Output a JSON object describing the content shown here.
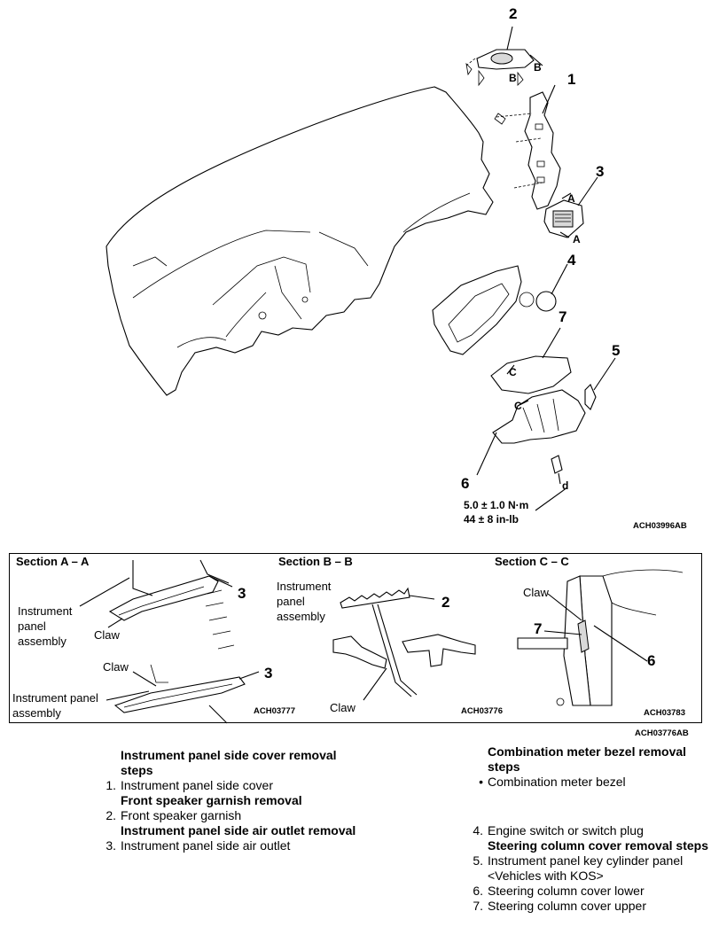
{
  "callouts": {
    "n1": "1",
    "n2": "2",
    "n3": "3",
    "n4": "4",
    "n5": "5",
    "n6": "6",
    "n7": "7",
    "a_top": "A",
    "a_bottom": "A",
    "b_right": "B",
    "b_left": "B",
    "c_top": "C",
    "c_bottom": "C",
    "d": "d"
  },
  "torque": {
    "metric": "5.0 ± 1.0 N·m",
    "imperial": "44 ± 8 in-lb"
  },
  "main_ref": "ACH03996AB",
  "sections": {
    "aa": {
      "title": "Section A – A",
      "label_ipa_1": "Instrument panel assembly",
      "label_claw_1": "Claw",
      "label_claw_2": "Claw",
      "label_ipa_2": "Instrument panel assembly",
      "n3a": "3",
      "n3b": "3",
      "ref": "ACH03777"
    },
    "bb": {
      "title": "Section B – B",
      "label_ipa": "Instrument panel assembly",
      "label_claw": "Claw",
      "n2": "2",
      "ref": "ACH03776"
    },
    "cc": {
      "title": "Section C – C",
      "label_claw": "Claw",
      "n7": "7",
      "n6": "6",
      "ref": "ACH03783"
    },
    "outer_ref": "ACH03776AB"
  },
  "steps_left": [
    {
      "kind": "heading",
      "text": "Instrument panel side cover removal steps"
    },
    {
      "kind": "item",
      "num": "1.",
      "text": "Instrument panel side cover"
    },
    {
      "kind": "heading",
      "text": "Front speaker garnish removal"
    },
    {
      "kind": "item",
      "num": "2.",
      "text": "Front speaker garnish"
    },
    {
      "kind": "heading",
      "text": "Instrument panel side air outlet removal"
    },
    {
      "kind": "item",
      "num": "3.",
      "text": "Instrument panel side air outlet"
    }
  ],
  "steps_right": [
    {
      "kind": "heading",
      "text": "Combination meter bezel removal steps"
    },
    {
      "kind": "item",
      "num": "•",
      "text": "Combination meter bezel"
    },
    {
      "kind": "item",
      "num": "4.",
      "text": "Engine switch or switch plug"
    },
    {
      "kind": "heading",
      "text": "Steering column cover removal steps"
    },
    {
      "kind": "item",
      "num": "5.",
      "text": "Instrument panel key cylinder panel <Vehicles with KOS>"
    },
    {
      "kind": "item",
      "num": "6.",
      "text": "Steering column cover lower"
    },
    {
      "kind": "item",
      "num": "7.",
      "text": "Steering column cover upper"
    }
  ]
}
